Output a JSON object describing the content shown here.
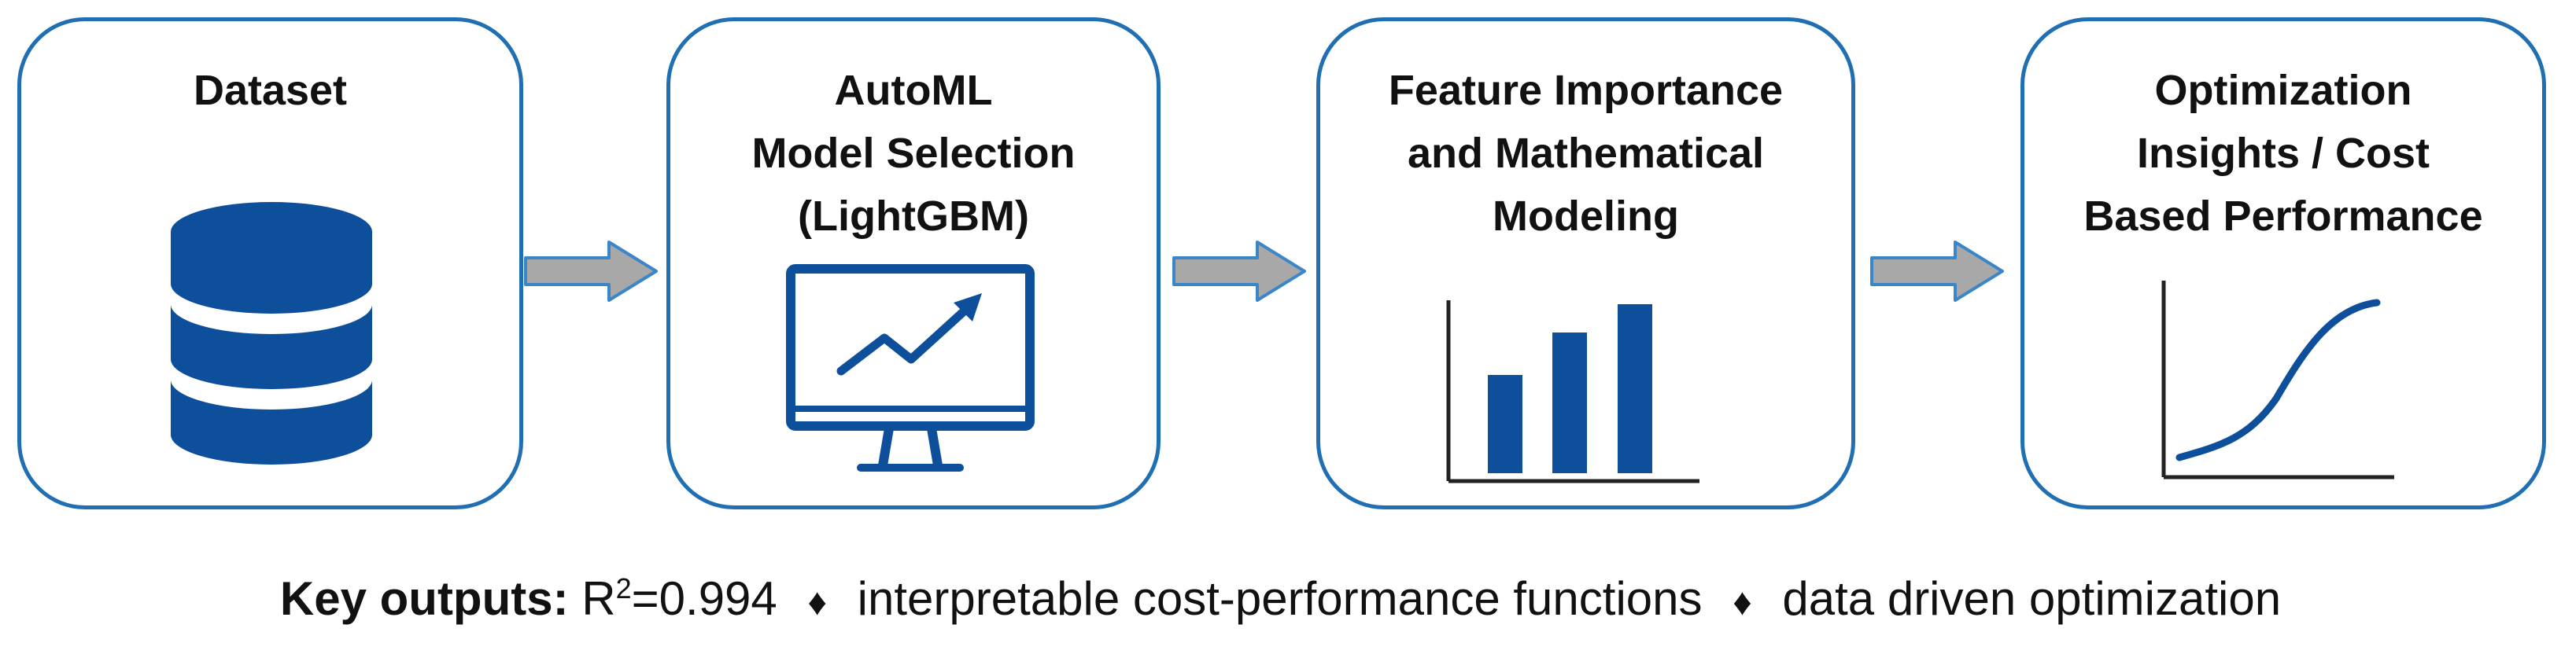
{
  "colors": {
    "accent": "#1f6fb2",
    "icon_fill": "#0e4f9b",
    "arrow_fill": "#a8a8a8",
    "arrow_stroke": "#3a86c8",
    "text": "#111111"
  },
  "steps": [
    {
      "title_lines": [
        "Dataset"
      ],
      "icon": "database-icon"
    },
    {
      "title_lines": [
        "AutoML",
        "Model Selection",
        "(LightGBM)"
      ],
      "icon": "monitor-trend-icon"
    },
    {
      "title_lines": [
        "Feature Importance",
        "and Mathematical",
        "Modeling"
      ],
      "icon": "bar-chart-icon"
    },
    {
      "title_lines": [
        "Optimization",
        "Insights / Cost",
        "Based Performance"
      ],
      "icon": "s-curve-icon"
    }
  ],
  "footer": {
    "lead": "Key outputs:",
    "r_symbol": "R",
    "r_exponent": "2",
    "r_value": "=0.994",
    "separator": "♦",
    "item_2": "interpretable cost-performance functions",
    "item_3": "data driven optimization"
  }
}
